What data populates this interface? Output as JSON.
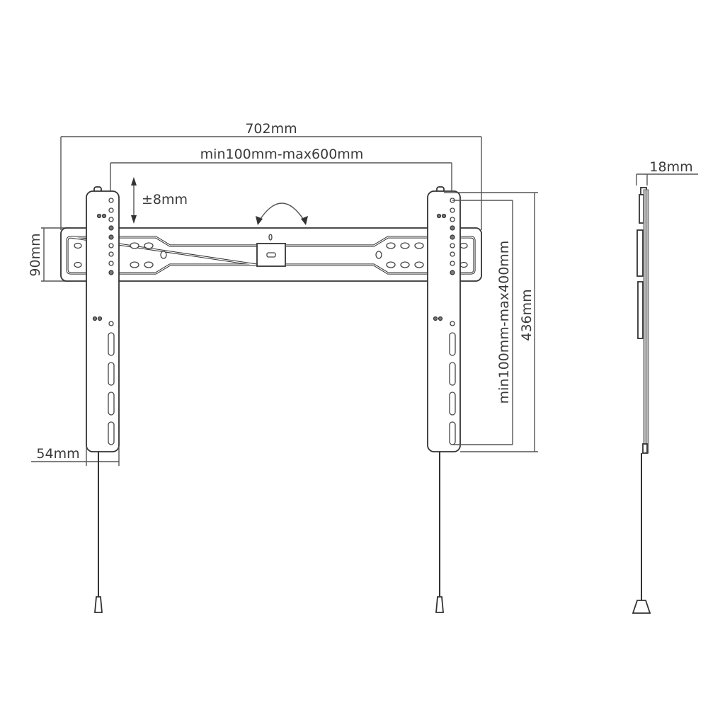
{
  "diagram": {
    "title": "Fixed TV wall mount technical drawing",
    "views": [
      "front-view",
      "side-view"
    ],
    "dimensions": {
      "overall_width": "702mm",
      "vesa_horizontal": "min100mm-max600mm",
      "vertical_adjust": "±8mm",
      "wall_plate_height": "90mm",
      "arm_width": "54mm",
      "vesa_vertical": "min100mm-max400mm",
      "arm_height": "436mm",
      "wall_distance": "18mm"
    },
    "components": {
      "wall_plate": "wall-plate",
      "left_arm": "left-vertical-arm",
      "right_arm": "right-vertical-arm",
      "center_level": "center-bubble-level",
      "pull_cords": "release-pull-cords",
      "tilt_arrow": "rotation-arrow"
    },
    "colors": {
      "line": "#333333",
      "dimension_line": "#555555",
      "text": "#3a3a3a",
      "background": "#ffffff"
    }
  }
}
